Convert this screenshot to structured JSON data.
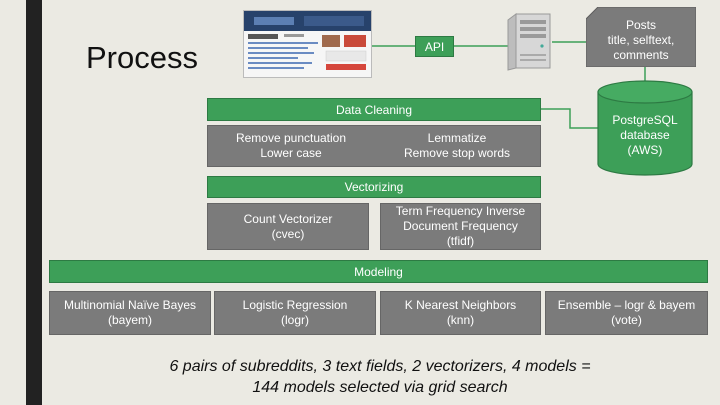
{
  "title": "Process",
  "top": {
    "api_label": "API",
    "posts_lines": [
      "Posts",
      "title, selftext,",
      "comments"
    ],
    "db_lines": [
      "PostgreSQL",
      "database",
      "(AWS)"
    ]
  },
  "stages": {
    "data_cleaning": {
      "label": "Data Cleaning",
      "left_lines": [
        "Remove punctuation",
        "Lower case"
      ],
      "right_lines": [
        "Lemmatize",
        "Remove stop words"
      ]
    },
    "vectorizing": {
      "label": "Vectorizing",
      "count_lines": [
        "Count Vectorizer",
        "(cvec)"
      ],
      "tfidf_lines": [
        "Term Frequency Inverse",
        "Document Frequency",
        "(tfidf)"
      ]
    },
    "modeling": {
      "label": "Modeling",
      "models": [
        {
          "lines": [
            "Multinomial Naïve Bayes",
            "(bayem)"
          ]
        },
        {
          "lines": [
            "Logistic Regression",
            "(logr)"
          ]
        },
        {
          "lines": [
            "K Nearest Neighbors",
            "(knn)"
          ]
        },
        {
          "lines": [
            "Ensemble – logr & bayem",
            "(vote)"
          ]
        }
      ]
    }
  },
  "footer_lines": [
    "6 pairs of subreddits, 3 text fields, 2 vectorizers, 4 models =",
    "144 models selected via grid search"
  ],
  "colors": {
    "stage_green": "#3d9f58",
    "detail_gray": "#7b7b7b",
    "background": "#ebeae3"
  }
}
